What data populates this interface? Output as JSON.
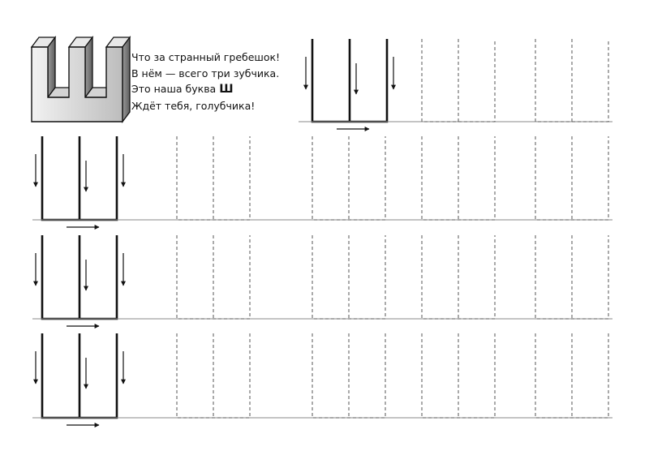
{
  "poem": {
    "lines": [
      "Что за странный гребешок!",
      "В нём — всего три зубчика.",
      "Это наша буква ",
      "Ждёт тебя, голубчика!"
    ],
    "highlight_letter": "Ш"
  },
  "colors": {
    "ink": "#111111",
    "baseline": "#8a8a8a",
    "dashed": "#555555",
    "letter_light": "#e4e4e4",
    "letter_mid": "#b4b4b4",
    "letter_dark": "#7a7a7a"
  },
  "worksheet": {
    "letter": "Ш",
    "rows": 4,
    "stroke_hint_arrows": [
      "down",
      "down",
      "down",
      "right"
    ]
  }
}
